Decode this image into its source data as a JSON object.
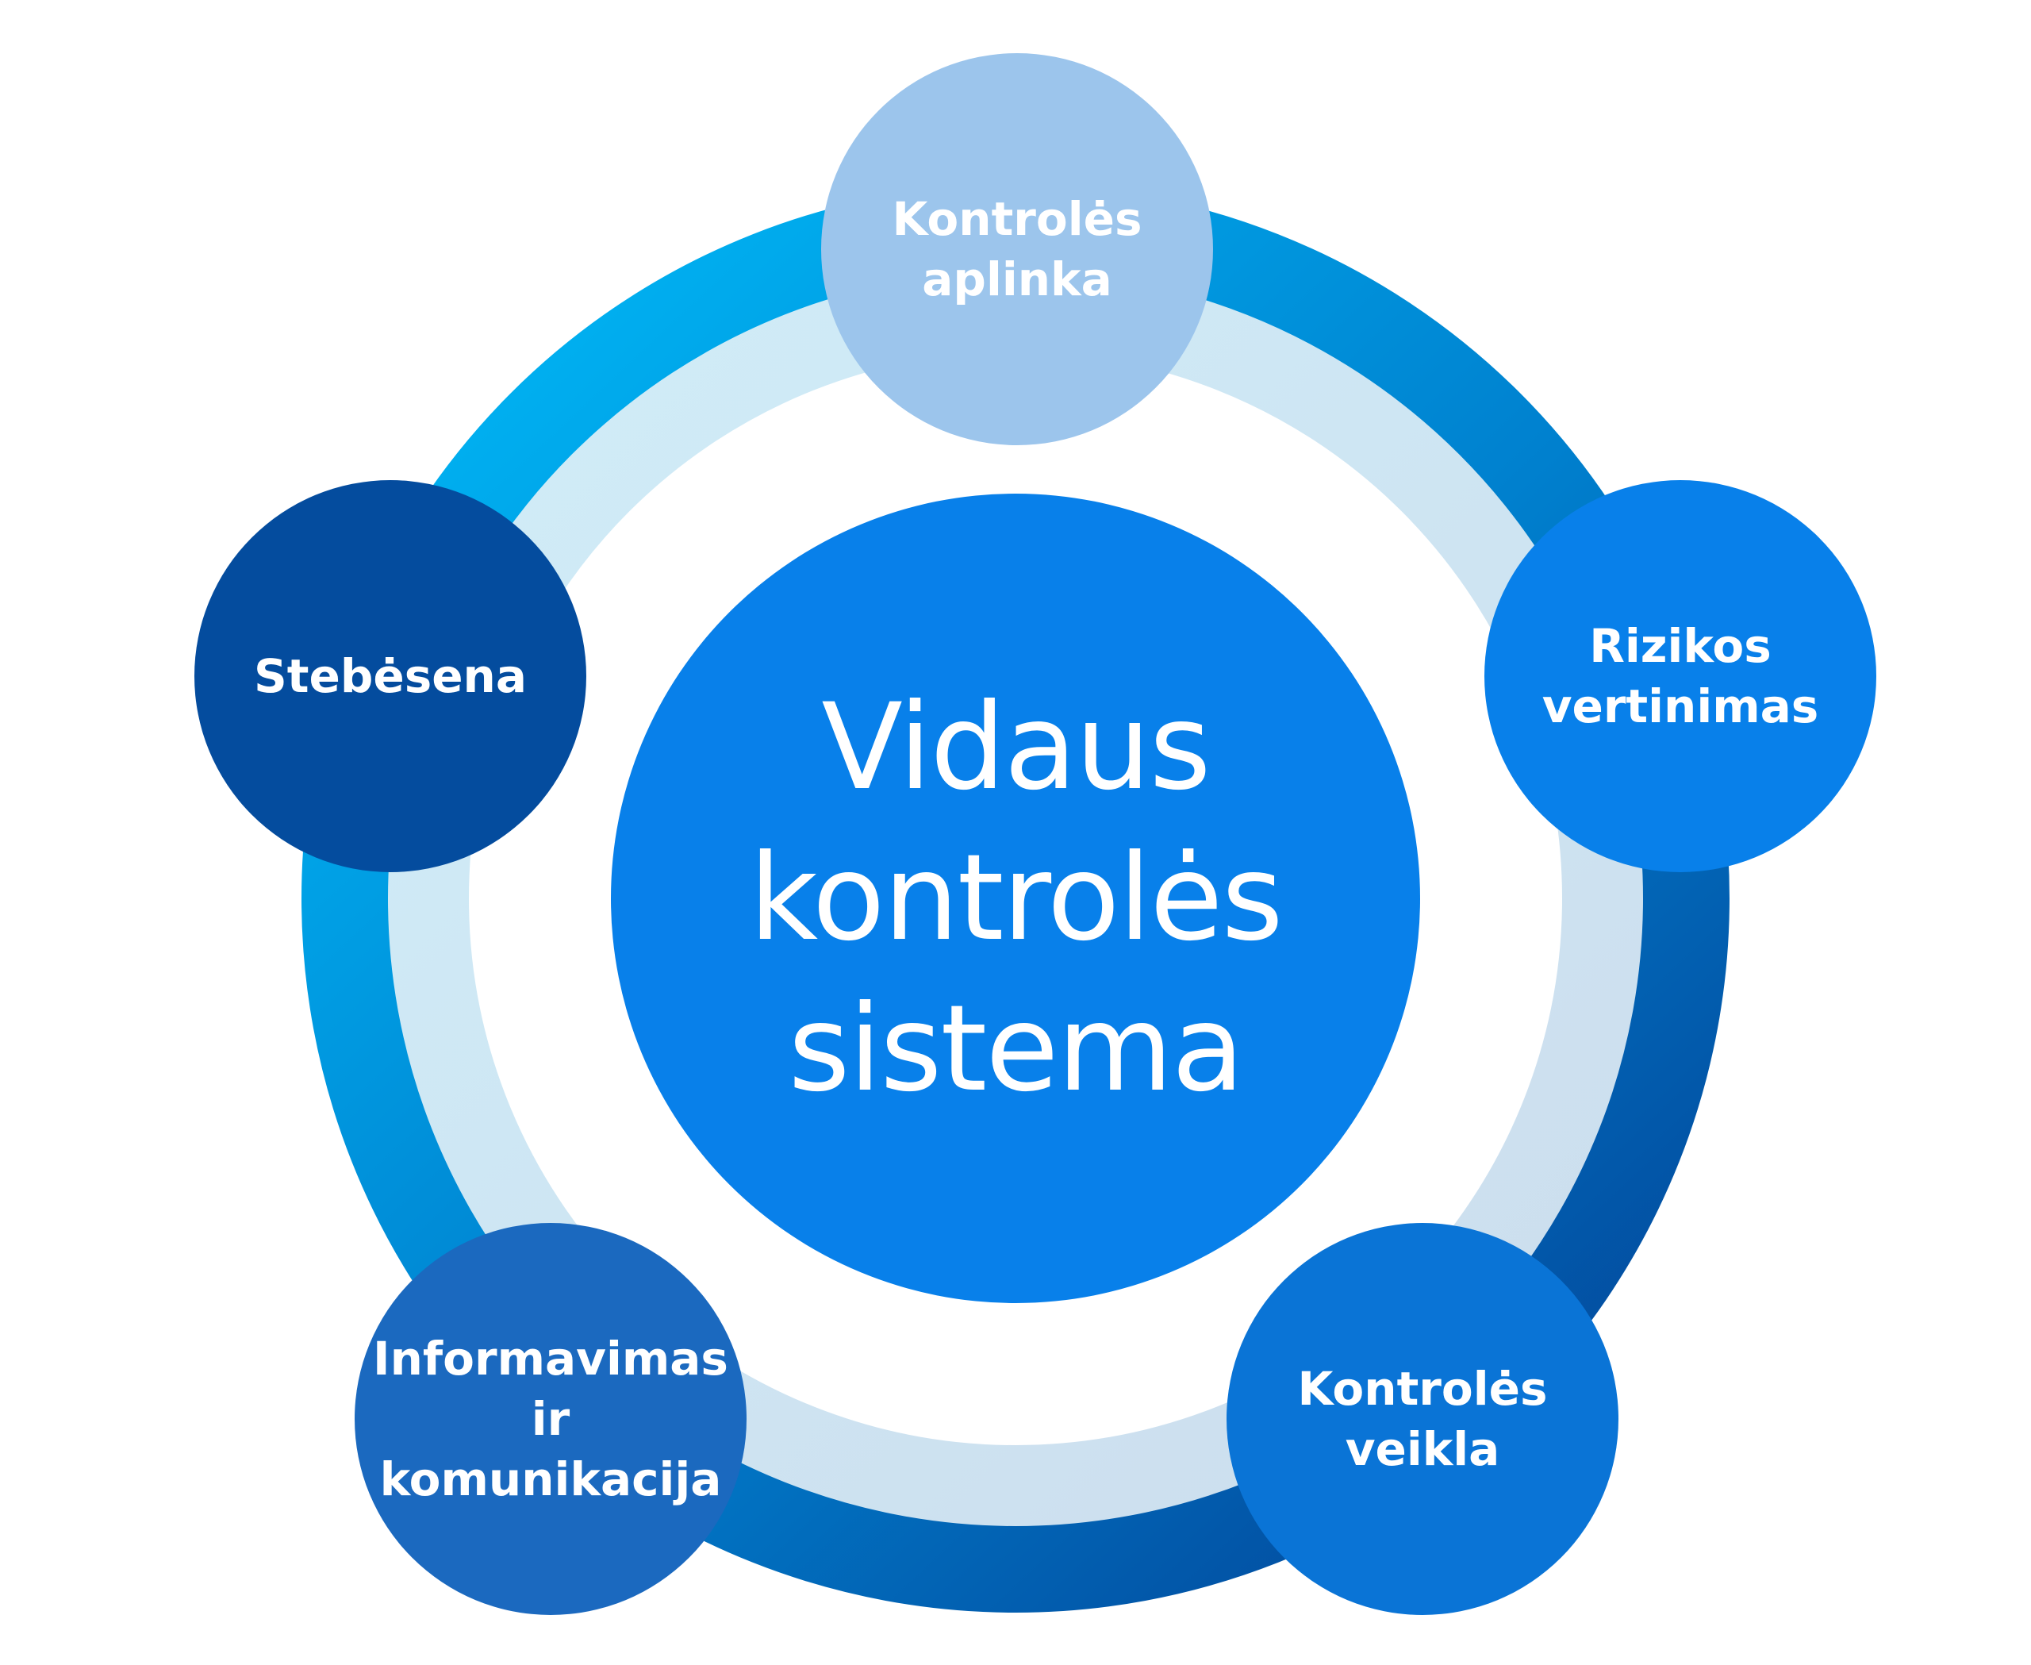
{
  "center": {
    "lines": [
      "Vidaus",
      "kontrolės",
      "sistema"
    ],
    "color": "#0880EA"
  },
  "components": [
    {
      "id": "kontroles-aplinka",
      "lines": [
        "Kontrolės",
        "aplinka"
      ],
      "color": "#9CC5EC"
    },
    {
      "id": "rizikos-vertinimas",
      "lines": [
        "Rizikos",
        "vertinimas"
      ],
      "color": "#0880EA"
    },
    {
      "id": "kontroles-veikla",
      "lines": [
        "Kontrolės",
        "veikla"
      ],
      "color": "#0A74D6"
    },
    {
      "id": "informavimas-ir-komunikacija",
      "lines": [
        "Informavimas",
        "ir",
        "komunikacija"
      ],
      "color": "#1B69BF"
    },
    {
      "id": "stebesena",
      "lines": [
        "Stebėsena"
      ],
      "color": "#044C9E"
    }
  ],
  "ring": {
    "outer_gradient": [
      "#00AEEF",
      "#0081CF",
      "#034DA0"
    ],
    "inner_band_colors": [
      "#D0EDF8",
      "#CCDDED"
    ]
  }
}
